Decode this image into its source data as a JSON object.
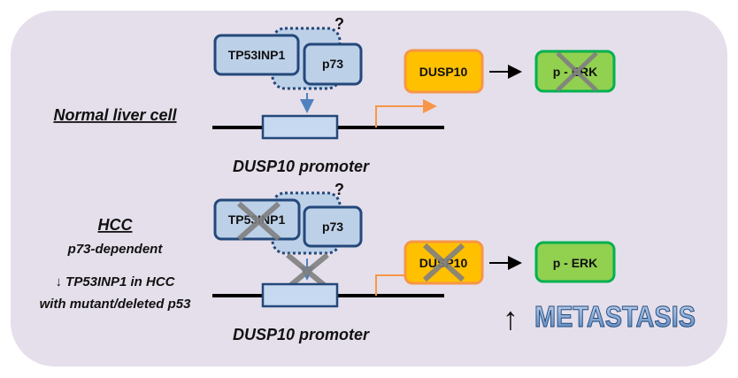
{
  "colors": {
    "panel": "#e5dfeb",
    "protein_fill": "#bcd0e8",
    "protein_stroke": "#24487a",
    "dusp_fill": "#ffc000",
    "dusp_stroke": "#f79646",
    "erk_fill": "#92d050",
    "erk_stroke": "#00b050",
    "cross": "#808080",
    "tss_arrow": "#f79646",
    "metastasis": "#4f81bd"
  },
  "normal": {
    "label": "Normal liver cell",
    "protein1": "TP53INP1",
    "protein2": "p73",
    "question": "?",
    "promoter_label": "DUSP10 promoter",
    "dusp": "DUSP10",
    "erk": "p - ERK"
  },
  "hcc": {
    "label": "HCC",
    "sub": "p73-dependent",
    "note1": "↓ TP53INP1 in HCC",
    "note2": "with mutant/deleted p53",
    "protein1": "TP53INP1",
    "protein2": "p73",
    "question": "?",
    "promoter_label": "DUSP10 promoter",
    "dusp": "DUSP10",
    "erk": "p - ERK",
    "outcome_arrow": "↑",
    "outcome": "METASTASIS"
  }
}
